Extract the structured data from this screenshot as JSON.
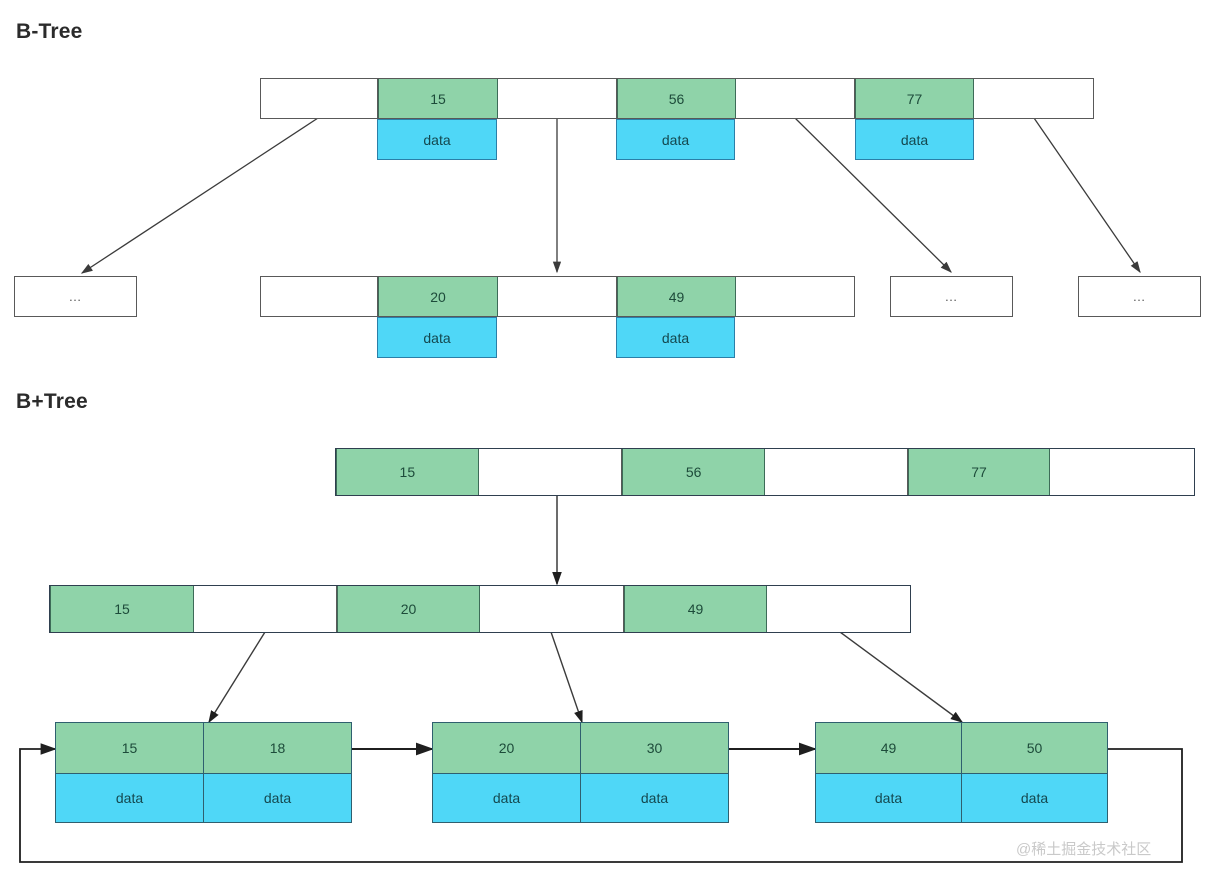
{
  "sections": {
    "btree": {
      "title": "B-Tree"
    },
    "bplustree": {
      "title": "B+Tree"
    }
  },
  "labels": {
    "data": "data",
    "ellipsis": "…"
  },
  "colors": {
    "key_green": "#8fd3a9",
    "data_cyan": "#4fd7f7",
    "node_border": "#595959",
    "leaf_border": "#2f5f6f",
    "arrow": "#3b3b3b",
    "title_text": "#2b2b2b",
    "watermark": "#c9c9c9"
  },
  "btree": {
    "root": {
      "cells": [
        {
          "type": "pointer",
          "label": ""
        },
        {
          "type": "key",
          "label": "15",
          "data_label": "data"
        },
        {
          "type": "pointer",
          "label": ""
        },
        {
          "type": "key",
          "label": "56",
          "data_label": "data"
        },
        {
          "type": "pointer",
          "label": ""
        },
        {
          "type": "key",
          "label": "77",
          "data_label": "data"
        },
        {
          "type": "pointer",
          "label": ""
        }
      ]
    },
    "children": [
      {
        "id": "child-left-ellipsis",
        "cells": [
          {
            "type": "pointer",
            "label": "…"
          }
        ]
      },
      {
        "id": "child-middle",
        "cells": [
          {
            "type": "pointer",
            "label": ""
          },
          {
            "type": "key",
            "label": "20",
            "data_label": "data"
          },
          {
            "type": "pointer",
            "label": ""
          },
          {
            "type": "key",
            "label": "49",
            "data_label": "data"
          },
          {
            "type": "pointer",
            "label": ""
          }
        ]
      },
      {
        "id": "child-right-ellipsis-1",
        "cells": [
          {
            "type": "pointer",
            "label": "…"
          }
        ]
      },
      {
        "id": "child-right-ellipsis-2",
        "cells": [
          {
            "type": "pointer",
            "label": "…"
          }
        ]
      }
    ]
  },
  "bplustree": {
    "root": {
      "cells": [
        {
          "type": "key",
          "label": "15"
        },
        {
          "type": "pointer",
          "label": ""
        },
        {
          "type": "key",
          "label": "56"
        },
        {
          "type": "pointer",
          "label": ""
        },
        {
          "type": "key",
          "label": "77"
        },
        {
          "type": "pointer",
          "label": ""
        }
      ]
    },
    "internal": {
      "cells": [
        {
          "type": "key",
          "label": "15"
        },
        {
          "type": "pointer",
          "label": ""
        },
        {
          "type": "key",
          "label": "20"
        },
        {
          "type": "pointer",
          "label": ""
        },
        {
          "type": "key",
          "label": "49"
        },
        {
          "type": "pointer",
          "label": ""
        }
      ]
    },
    "leaves": [
      {
        "id": "leaf-1",
        "keys": [
          "15",
          "18"
        ],
        "values": [
          "data",
          "data"
        ]
      },
      {
        "id": "leaf-2",
        "keys": [
          "20",
          "30"
        ],
        "values": [
          "data",
          "data"
        ]
      },
      {
        "id": "leaf-3",
        "keys": [
          "49",
          "50"
        ],
        "values": [
          "data",
          "data"
        ]
      }
    ]
  },
  "watermark": {
    "text": "@稀土掘金技术社区"
  }
}
